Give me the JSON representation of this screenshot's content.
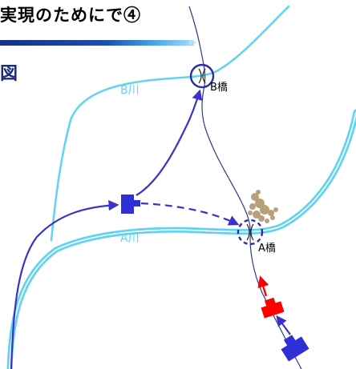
{
  "header": {
    "title": "実現のためにで④",
    "subtitle": "図"
  },
  "map_labels": {
    "river_b": "B川",
    "river_a": "A川",
    "bridge_b": "B橋",
    "bridge_a": "A橋"
  },
  "colors": {
    "river": "#5fd3f0",
    "road": "#2a3c8c",
    "route": "#3b32c8",
    "enemy_unit": "#ff0000",
    "friendly_unit": "#2f2fd8",
    "debris": "#b8a07a",
    "header_bar_start": "#1a2f8a",
    "header_bar_end": "#a9dcf7"
  },
  "icons": {
    "bridge_b": "bridge-circle-icon",
    "bridge_a": "bridge-dashed-circle-icon",
    "unit": "unit-symbol-icon"
  }
}
